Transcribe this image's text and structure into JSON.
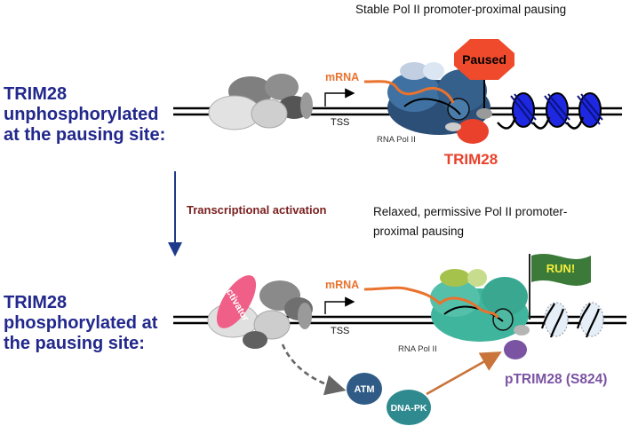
{
  "top": {
    "state_label_lines": [
      "TRIM28",
      "unphosphorylated",
      "at the pausing site:"
    ],
    "caption": "Stable Pol II promoter-proximal pausing",
    "mrna_label": "mRNA",
    "tss_label": "TSS",
    "polii_label": "RNA Pol II",
    "paused_label": "Paused",
    "trim28_label": "TRIM28"
  },
  "transition": {
    "label": "Transcriptional activation"
  },
  "bottom": {
    "state_label_lines": [
      "TRIM28",
      "phosphorylated at",
      "the pausing site:"
    ],
    "caption_lines": [
      "Relaxed, permissive Pol II promoter-",
      "proximal pausing"
    ],
    "activator_label": "Activator",
    "mrna_label": "mRNA",
    "tss_label": "TSS",
    "polii_label": "RNA Pol II",
    "flag_label": "RUN!",
    "atm_label": "ATM",
    "dnapk_label": "DNA-PK",
    "ptrim28_label": "pTRIM28 (S824)"
  },
  "colors": {
    "label_blue": "#22288c",
    "mrna_orange": "#e9722e",
    "paused_red": "#ef4a2c",
    "trim28_red": "#e9412b",
    "nucleosome_blue": "#1d28e0",
    "polii_top": "#2c4f78",
    "polii_bottom": "#3fb59e",
    "activator_pink": "#ef5f88",
    "ptrim28_purple": "#7b53a3",
    "flag_green": "#3c7a3a",
    "flag_text": "#f5ef3a"
  }
}
